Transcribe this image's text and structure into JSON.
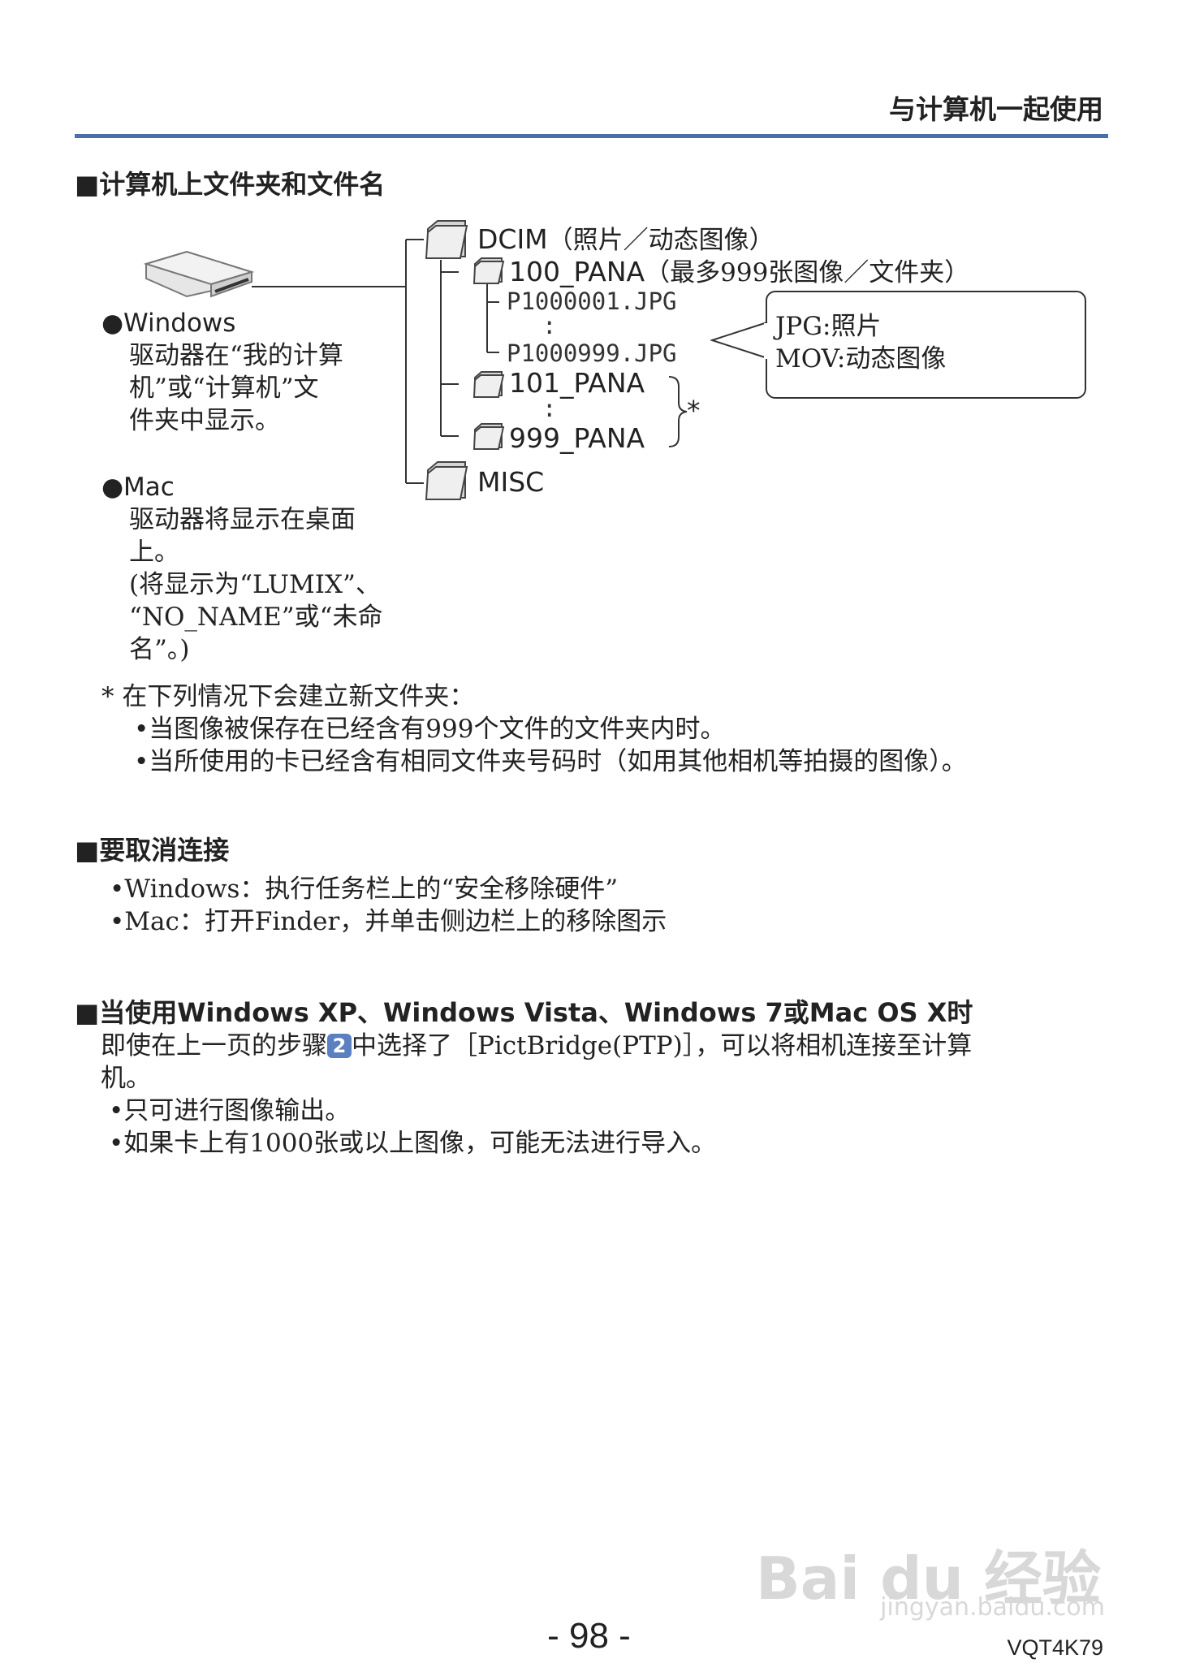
{
  "header": {
    "title": "与计算机一起使用"
  },
  "section1": {
    "title": "■计算机上文件夹和文件名",
    "windows": {
      "label": "●Windows",
      "lines": [
        "驱动器在“我的计算",
        "机”或“计算机”文",
        "件夹中显示。"
      ]
    },
    "mac": {
      "label": "●Mac",
      "lines": [
        "驱动器将显示在桌面",
        "上。",
        "(将显示为“LUMIX”、",
        "“NO_NAME”或“未命",
        "名”。)"
      ]
    },
    "tree": {
      "dcim": "DCIM",
      "dcim_note": "（照片／动态图像）",
      "pana100": "100_PANA",
      "pana100_note": "（最多999张图像／文件夹）",
      "file_first": "P1000001.JPG",
      "ellipsis": ":",
      "file_last": "P1000999.JPG",
      "pana101": "101_PANA",
      "pana999": "999_PANA",
      "star": "*",
      "misc": "MISC"
    },
    "callout": {
      "line1": "JPG:照片",
      "line2": "MOV:动态图像"
    },
    "note": {
      "intro": "* 在下列情况下会建立新文件夹：",
      "items": [
        "•当图像被保存在已经含有999个文件的文件夹内时。",
        "•当所使用的卡已经含有相同文件夹号码时（如用其他相机等拍摄的图像）。"
      ]
    }
  },
  "section2": {
    "title": "■要取消连接",
    "items": [
      "•Windows：执行任务栏上的“安全移除硬件”",
      "•Mac：打开Finder，并单击侧边栏上的移除图示"
    ]
  },
  "section3": {
    "title": "■当使用Windows XP、Windows Vista、Windows 7或Mac OS X时",
    "para_before": "即使在上一页的步骤",
    "step": "2",
    "para_after": "中选择了［PictBridge(PTP)］，可以将相机连接至计算",
    "para_line2": "机。",
    "items": [
      "•只可进行图像输出。",
      "•如果卡上有1000张或以上图像，可能无法进行导入。"
    ]
  },
  "footer": {
    "page_number": "- 98 -",
    "code": "VQT4K79"
  },
  "watermark": {
    "line1": "Bai du 经验",
    "line2": "jingyan.baidu.com"
  }
}
